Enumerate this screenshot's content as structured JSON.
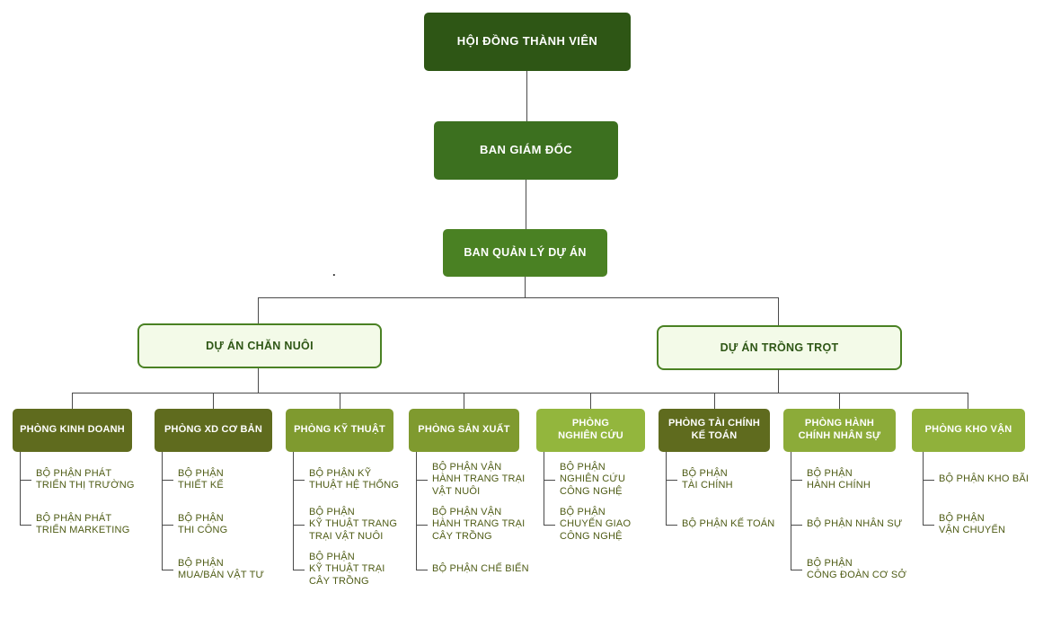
{
  "org": {
    "root_label": "HỘI ĐỒNG THÀNH VIÊN",
    "board_label": "BAN GIÁM ĐỐC",
    "pm_label": "BAN QUẢN LÝ DỰ ÁN",
    "stray_dot": ".",
    "projects": [
      {
        "label": "DỰ ÁN CHĂN NUÔI"
      },
      {
        "label": "DỰ ÁN TRỒNG TRỌT"
      }
    ],
    "departments": [
      {
        "label": "PHÒNG KINH DOANH",
        "color": "#5f6b1e",
        "units": [
          "BỘ PHẬN PHÁT\nTRIỂN THỊ TRƯỜNG",
          "BỘ PHẬN PHÁT\nTRIỂN MARKETING"
        ]
      },
      {
        "label": "PHÒNG XD CƠ BẢN",
        "color": "#5f6b1e",
        "units": [
          "BỘ PHẬN\nTHIẾT KẾ",
          "BỘ PHẬN\nTHI CÔNG",
          "BỘ PHẬN\nMUA/BÁN VẬT TƯ"
        ]
      },
      {
        "label": "PHÒNG KỸ THUẬT",
        "color": "#7f9a2f",
        "units": [
          "BỘ PHẬN KỸ\nTHUẬT HỆ THỐNG",
          "BỘ PHẬN\nKỸ THUẬT TRANG\nTRẠI VẬT NUÔI",
          "BỘ PHẬN\nKỸ THUẬT TRẠI\nCÂY TRỒNG"
        ]
      },
      {
        "label": "PHÒNG SẢN XUẤT",
        "color": "#7f9a2f",
        "units": [
          "BỘ PHẬN VẬN\nHÀNH TRANG TRẠI\nVẬT NUÔI",
          "BỘ PHẬN VẬN\nHÀNH TRANG TRẠI\nCÂY TRỒNG",
          "BỘ PHẬN CHẾ BIẾN"
        ]
      },
      {
        "label": "PHÒNG\nNGHIÊN CỨU",
        "color": "#93b63d",
        "units": [
          "BỘ PHẬN\nNGHIÊN CỨU\nCÔNG NGHỆ",
          "BỘ PHẬN\nCHUYỂN GIAO\nCÔNG NGHỆ"
        ]
      },
      {
        "label": "PHÒNG TÀI CHÍNH\nKẾ TOÁN",
        "color": "#5f6b1e",
        "units": [
          "BỘ PHẬN\nTÀI CHÍNH",
          "BỘ PHẬN KẾ TOÁN"
        ]
      },
      {
        "label": "PHÒNG HÀNH\nCHÍNH NHÂN SỰ",
        "color": "#8cab39",
        "units": [
          "BỘ PHẬN\nHÀNH CHÍNH",
          "BỘ PHẬN NHÂN SỰ",
          "BỘ PHẬN\nCÔNG ĐOÀN CƠ SỞ"
        ]
      },
      {
        "label": "PHÒNG KHO VẬN",
        "color": "#90b13b",
        "units": [
          "BỘ PHẬN KHO BÃI",
          "BỘ PHẬN\nVẬN CHUYỂN"
        ]
      }
    ],
    "colors": {
      "root": "#2e5615",
      "board": "#3c701f",
      "pm": "#4a8123",
      "dept_dark": "#5f6b1e",
      "dept_medium": "#7f9a2f",
      "dept_light": "#93b63d",
      "project_bg": "#f3fae8",
      "project_border": "#4a8123",
      "project_text": "#2e5615",
      "unit_text": "#4f5c16",
      "connector": "#4a4a4a",
      "background": "#ffffff"
    }
  }
}
